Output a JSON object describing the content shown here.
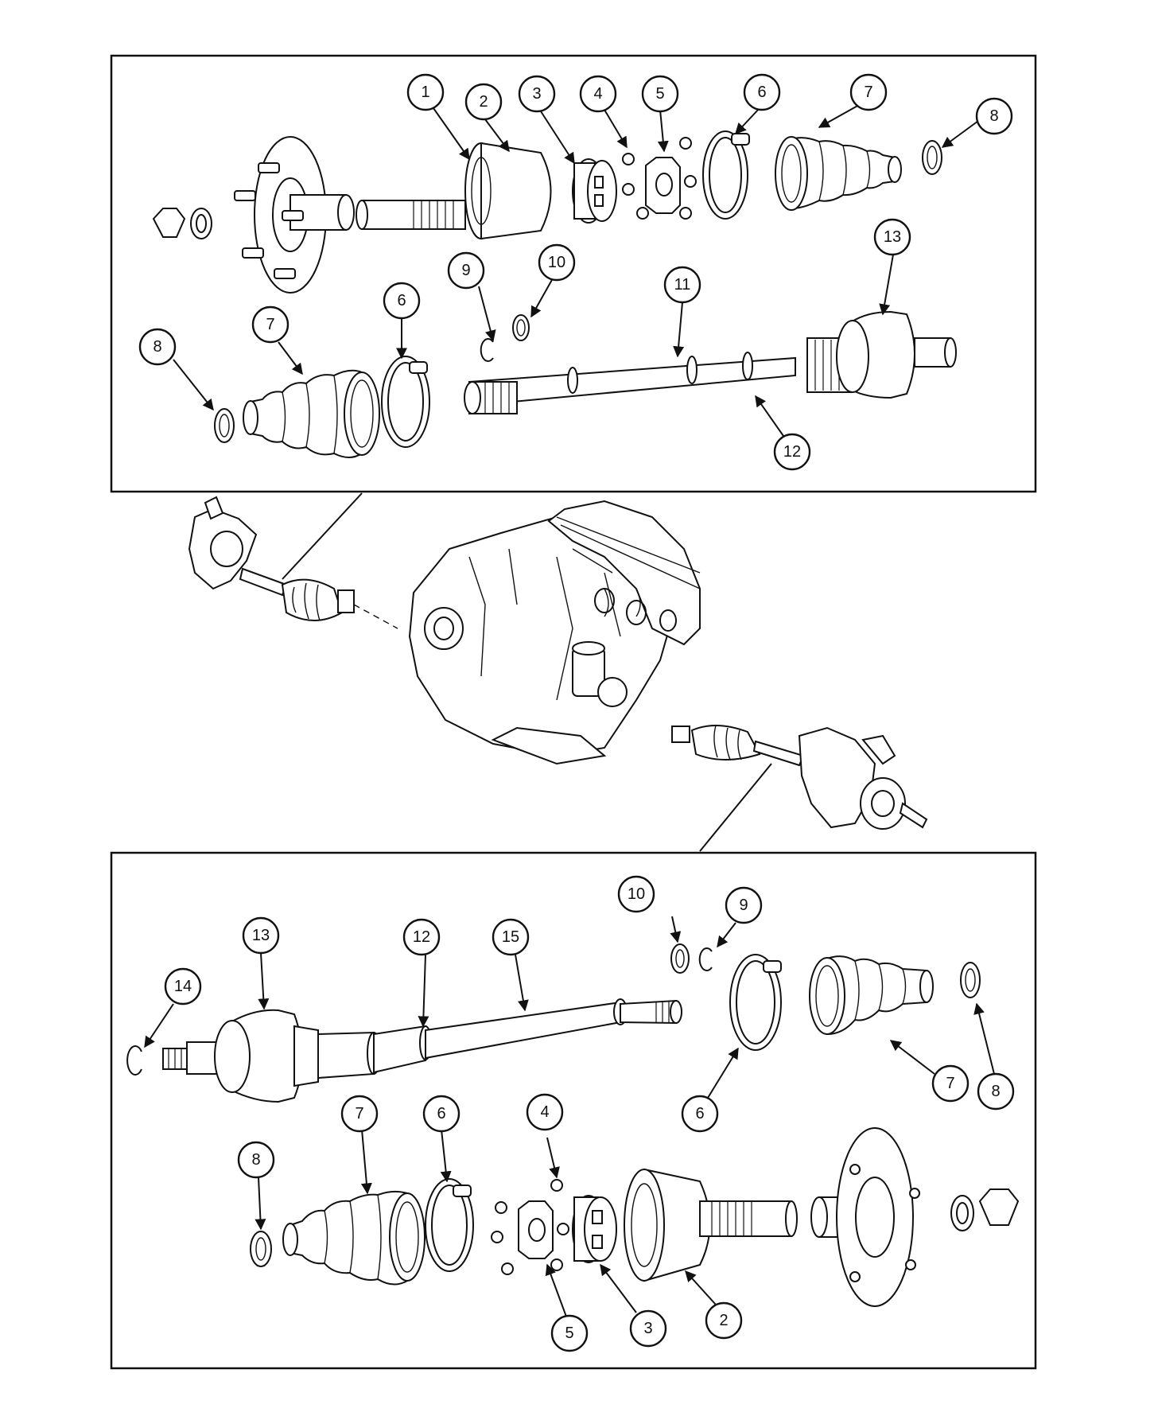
{
  "figure": {
    "callouts_top": [
      {
        "id": "c-top-1",
        "label": "1"
      },
      {
        "id": "c-top-2",
        "label": "2"
      },
      {
        "id": "c-top-3",
        "label": "3"
      },
      {
        "id": "c-top-4",
        "label": "4"
      },
      {
        "id": "c-top-5",
        "label": "5"
      },
      {
        "id": "c-top-6a",
        "label": "6"
      },
      {
        "id": "c-top-7a",
        "label": "7"
      },
      {
        "id": "c-top-8a",
        "label": "8"
      },
      {
        "id": "c-top-13",
        "label": "13"
      },
      {
        "id": "c-top-9",
        "label": "9"
      },
      {
        "id": "c-top-10",
        "label": "10"
      },
      {
        "id": "c-top-11",
        "label": "11"
      },
      {
        "id": "c-top-8b",
        "label": "8"
      },
      {
        "id": "c-top-7b",
        "label": "7"
      },
      {
        "id": "c-top-6b",
        "label": "6"
      },
      {
        "id": "c-top-12",
        "label": "12"
      }
    ],
    "callouts_bottom": [
      {
        "id": "c-bot-10",
        "label": "10"
      },
      {
        "id": "c-bot-9",
        "label": "9"
      },
      {
        "id": "c-bot-13",
        "label": "13"
      },
      {
        "id": "c-bot-12",
        "label": "12"
      },
      {
        "id": "c-bot-15",
        "label": "15"
      },
      {
        "id": "c-bot-14",
        "label": "14"
      },
      {
        "id": "c-bot-6a",
        "label": "6"
      },
      {
        "id": "c-bot-7a",
        "label": "7"
      },
      {
        "id": "c-bot-8a",
        "label": "8"
      },
      {
        "id": "c-bot-7b",
        "label": "7"
      },
      {
        "id": "c-bot-6b",
        "label": "6"
      },
      {
        "id": "c-bot-4",
        "label": "4"
      },
      {
        "id": "c-bot-8b",
        "label": "8"
      },
      {
        "id": "c-bot-5",
        "label": "5"
      },
      {
        "id": "c-bot-3",
        "label": "3"
      },
      {
        "id": "c-bot-2",
        "label": "2"
      }
    ]
  }
}
